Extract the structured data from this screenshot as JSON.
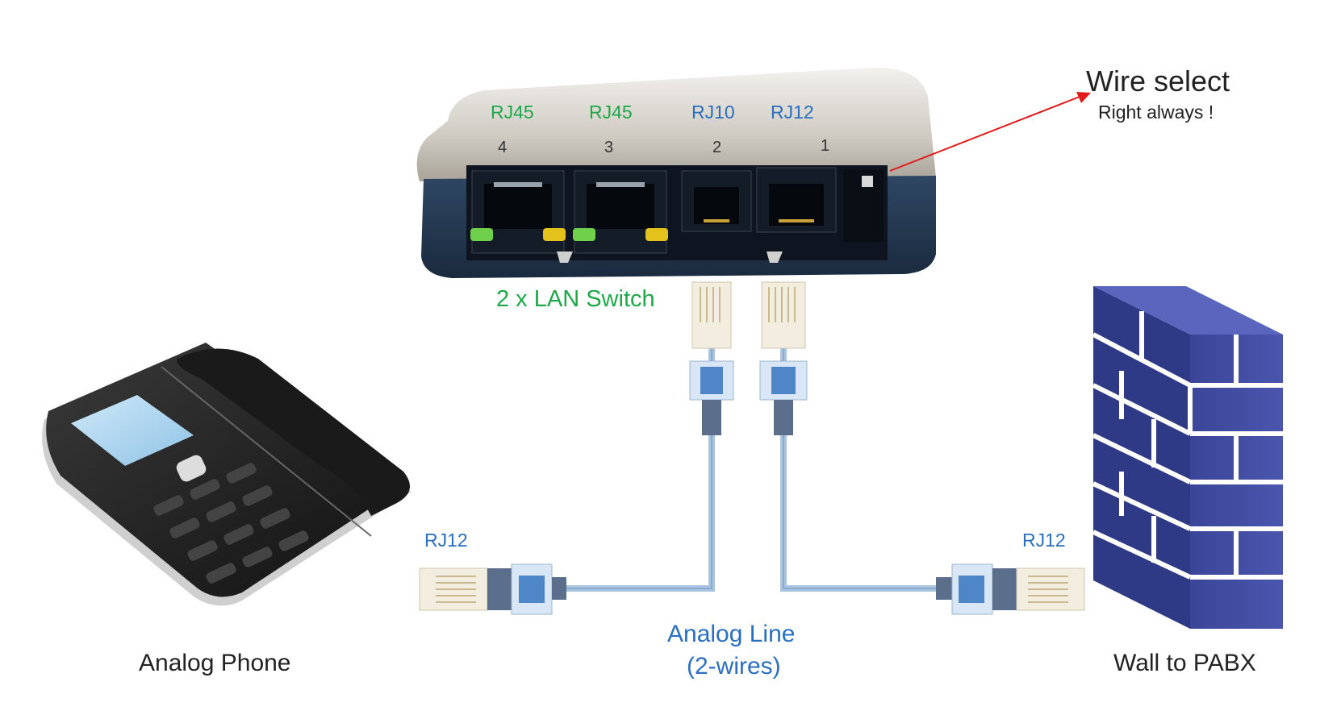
{
  "device": {
    "ports": [
      {
        "number": "4",
        "type": "RJ45"
      },
      {
        "number": "3",
        "type": "RJ45"
      },
      {
        "number": "2",
        "type": "RJ10"
      },
      {
        "number": "1",
        "type": "RJ12"
      }
    ],
    "lan_switch_label": "2 x LAN Switch"
  },
  "wire_select": {
    "title": "Wire select",
    "note": "Right always !"
  },
  "phone": {
    "connector_label": "RJ12",
    "label": "Analog Phone"
  },
  "wall": {
    "connector_label": "RJ12",
    "label": "Wall to PABX"
  },
  "line": {
    "label_line1": "Analog Line",
    "label_line2": "(2-wires)"
  },
  "colors": {
    "lan_green": "#1fa84a",
    "port_blue": "#2a6fc0",
    "arrow_red": "#e01b1b",
    "cable_blue": "#a9c4e0",
    "wall_blue": "#3f4aa0"
  }
}
